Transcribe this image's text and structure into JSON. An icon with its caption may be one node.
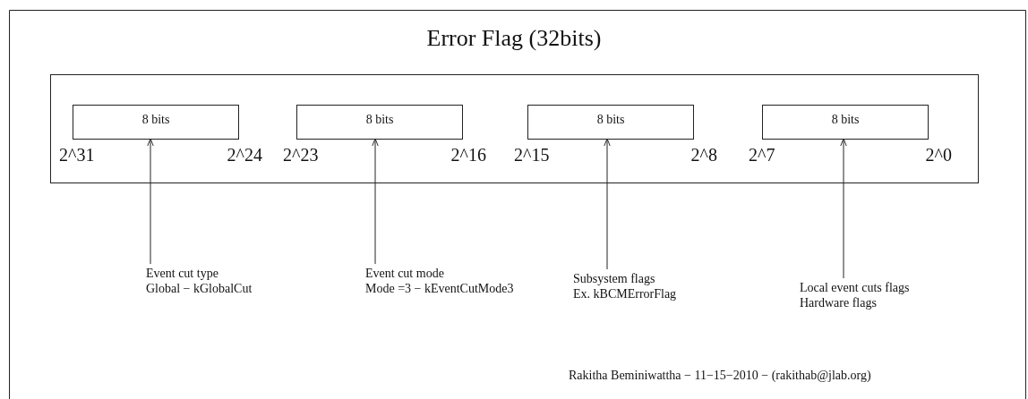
{
  "diagram": {
    "title": "Error Flag (32bits)",
    "nodes": [
      {
        "text": [],
        "shape": "box"
      },
      {
        "text": [
          "8 bits"
        ],
        "in": 0,
        "beside": [
          "2^31",
          "2^24"
        ]
      },
      {
        "text": [
          "8 bits"
        ],
        "in": 0,
        "beside": [
          "2^23",
          "2^16"
        ]
      },
      {
        "text": [
          "8 bits"
        ],
        "in": 0,
        "beside": [
          "2^15",
          "2^8"
        ]
      },
      {
        "text": [
          "8 bits"
        ],
        "in": 0,
        "beside": [
          "2^7",
          "2^0"
        ]
      },
      {
        "text": [
          "Event cut type",
          "Global − kGlobalCut"
        ]
      },
      {
        "text": [
          "Event cut mode",
          "Mode =3 − kEventCutMode3"
        ]
      },
      {
        "text": [
          "Subsystem flags",
          "Ex. kBCMErrorFlag"
        ]
      },
      {
        "text": [
          "Local event cuts flags",
          "Hardware flags"
        ]
      }
    ],
    "edges": [
      {
        "from": 5,
        "to": 1,
        "arrow": "to"
      },
      {
        "from": 6,
        "to": 2,
        "arrow": "to"
      },
      {
        "from": 7,
        "to": 3,
        "arrow": "to"
      },
      {
        "from": 8,
        "to": 4,
        "arrow": "to"
      }
    ],
    "labels": [
      "Rakitha Beminiwattha − 11−15−2010 − (rakithab@jlab.org)"
    ]
  }
}
